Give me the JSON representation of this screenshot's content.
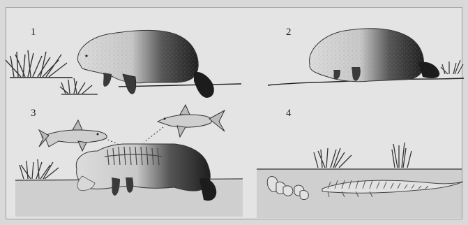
{
  "panels": [
    {
      "label": "1"
    },
    {
      "label": "2"
    },
    {
      "label": "3"
    },
    {
      "label": "4"
    }
  ],
  "colors": {
    "background": "#e4e4e4",
    "sediment": "#cfcfcf",
    "animal_light": "#d2d2d2",
    "animal_dark": "#2a2a2a",
    "line": "#222222"
  }
}
